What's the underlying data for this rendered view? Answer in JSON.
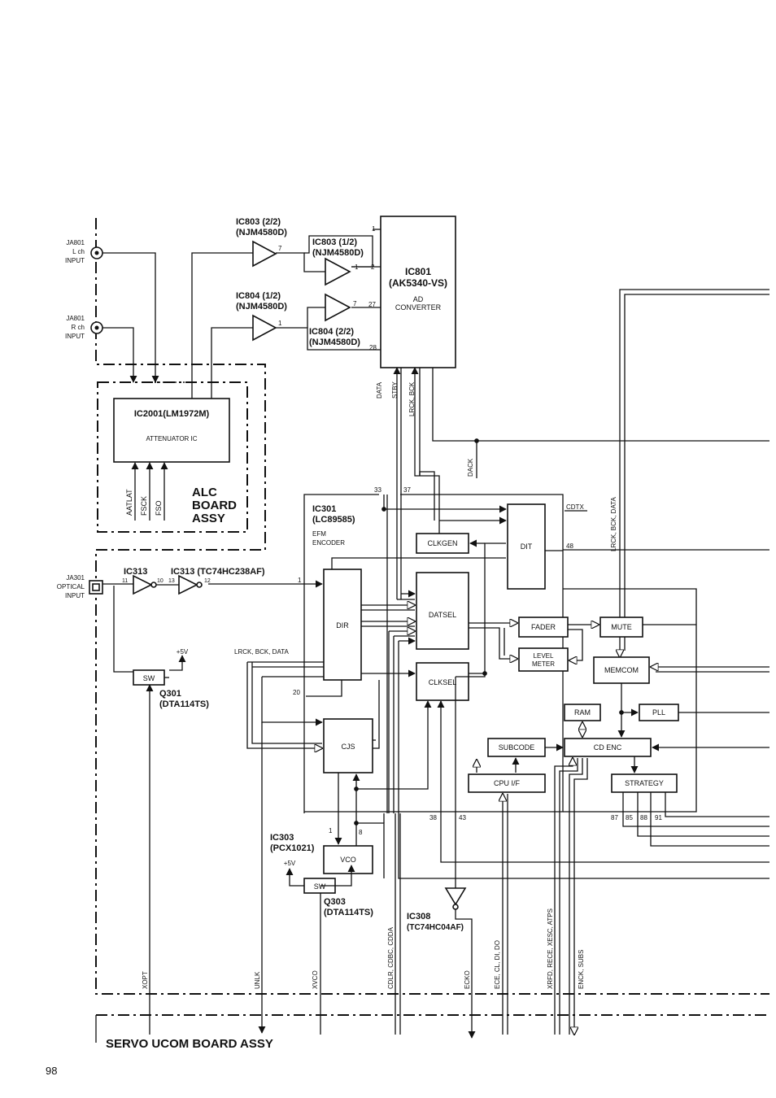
{
  "page_number": "98",
  "boards": {
    "alc": [
      "ALC",
      "BOARD",
      "ASSY"
    ],
    "servo": "SERVO UCOM BOARD ASSY"
  },
  "jacks": {
    "ja801_l": [
      "JA801",
      "L ch",
      "INPUT"
    ],
    "ja801_r": [
      "JA801",
      "R ch",
      "INPUT"
    ],
    "ja301": [
      "JA301",
      "OPTICAL",
      "INPUT"
    ]
  },
  "opamps": {
    "ic803_2": [
      "IC803 (2/2)",
      "(NJM4580D)"
    ],
    "ic803_1": [
      "IC803 (1/2)",
      "(NJM4580D)"
    ],
    "ic804_1": [
      "IC804 (1/2)",
      "(NJM4580D)"
    ],
    "ic804_2": [
      "IC804 (2/2)",
      "(NJM4580D)"
    ]
  },
  "ic801": {
    "name": "IC801",
    "part": "(AK5340-VS)",
    "desc": [
      "AD",
      "CONVERTER"
    ]
  },
  "ic2001": {
    "name": "IC2001(LM1972M)",
    "desc": "ATTENUATOR IC"
  },
  "ic2001_inputs": [
    "AATLAT",
    "FSCK",
    "FSO"
  ],
  "ic301": {
    "name": "IC301",
    "part": "(LC89585)",
    "desc": [
      "EFM",
      "ENCODER"
    ]
  },
  "ic313a": "IC313",
  "ic313b": "IC313 (TC74HC238AF)",
  "ic303": [
    "IC303",
    "(PCX1021)"
  ],
  "q301": [
    "Q301",
    "(DTA114TS)"
  ],
  "q303": [
    "Q303",
    "(DTA114TS)"
  ],
  "ic308": [
    "IC308",
    "(TC74HC04AF)"
  ],
  "blocks": {
    "clkgen": "CLKGEN",
    "dit": "DIT",
    "dir": "DIR",
    "datsel": "DATSEL",
    "clksel": "CLKSEL",
    "cjs": "CJS",
    "vco": "VCO",
    "fader": "FADER",
    "level_meter": [
      "LEVEL",
      "METER"
    ],
    "mute": "MUTE",
    "memcom": "MEMCOM",
    "ram": "RAM",
    "pll": "PLL",
    "subcode": "SUBCODE",
    "cd_enc": "CD ENC",
    "cpu_if": "CPU I/F",
    "strategy": "STRATEGY",
    "sw1": "SW",
    "sw2": "SW"
  },
  "supply": [
    "+5V",
    "+5V"
  ],
  "pins": {
    "p1_ic801": "1",
    "p2": "2",
    "p27": "27",
    "p28": "28",
    "p7_ic803": "7",
    "p1_ic803": "1",
    "p7_ic804": "7",
    "p1_ic804": "1",
    "p33": "33",
    "p37": "37",
    "p48": "48",
    "p1_dir": "1",
    "p20": "20",
    "p11": "11",
    "p10": "10",
    "p13": "13",
    "p12": "12",
    "p38": "38",
    "p43": "43",
    "p1_vco": "1",
    "p8": "8",
    "p87": "87",
    "p85": "85",
    "p88": "88",
    "p91": "91"
  },
  "signals": {
    "data": "DATA",
    "stby": "STBY",
    "lrck_bck": "LRCK, BCK",
    "dack": "DACK",
    "lrck_bck_data_v": "LRCK, BCK, DATA",
    "cdtx": "CDTX",
    "lrck_bck_data_h": "LRCK, BCK, DATA",
    "xopt": "XOPT",
    "unlk": "UNLK",
    "xvco": "XVCO",
    "cdlr": "CDLR, CDBC, CDDA",
    "ecko": "ECKO",
    "ece": "ECE, CL, DI, DO",
    "xrfd": "XRFD, RECE, XESC, ATPS",
    "enck": "ENCK, SUBS"
  }
}
